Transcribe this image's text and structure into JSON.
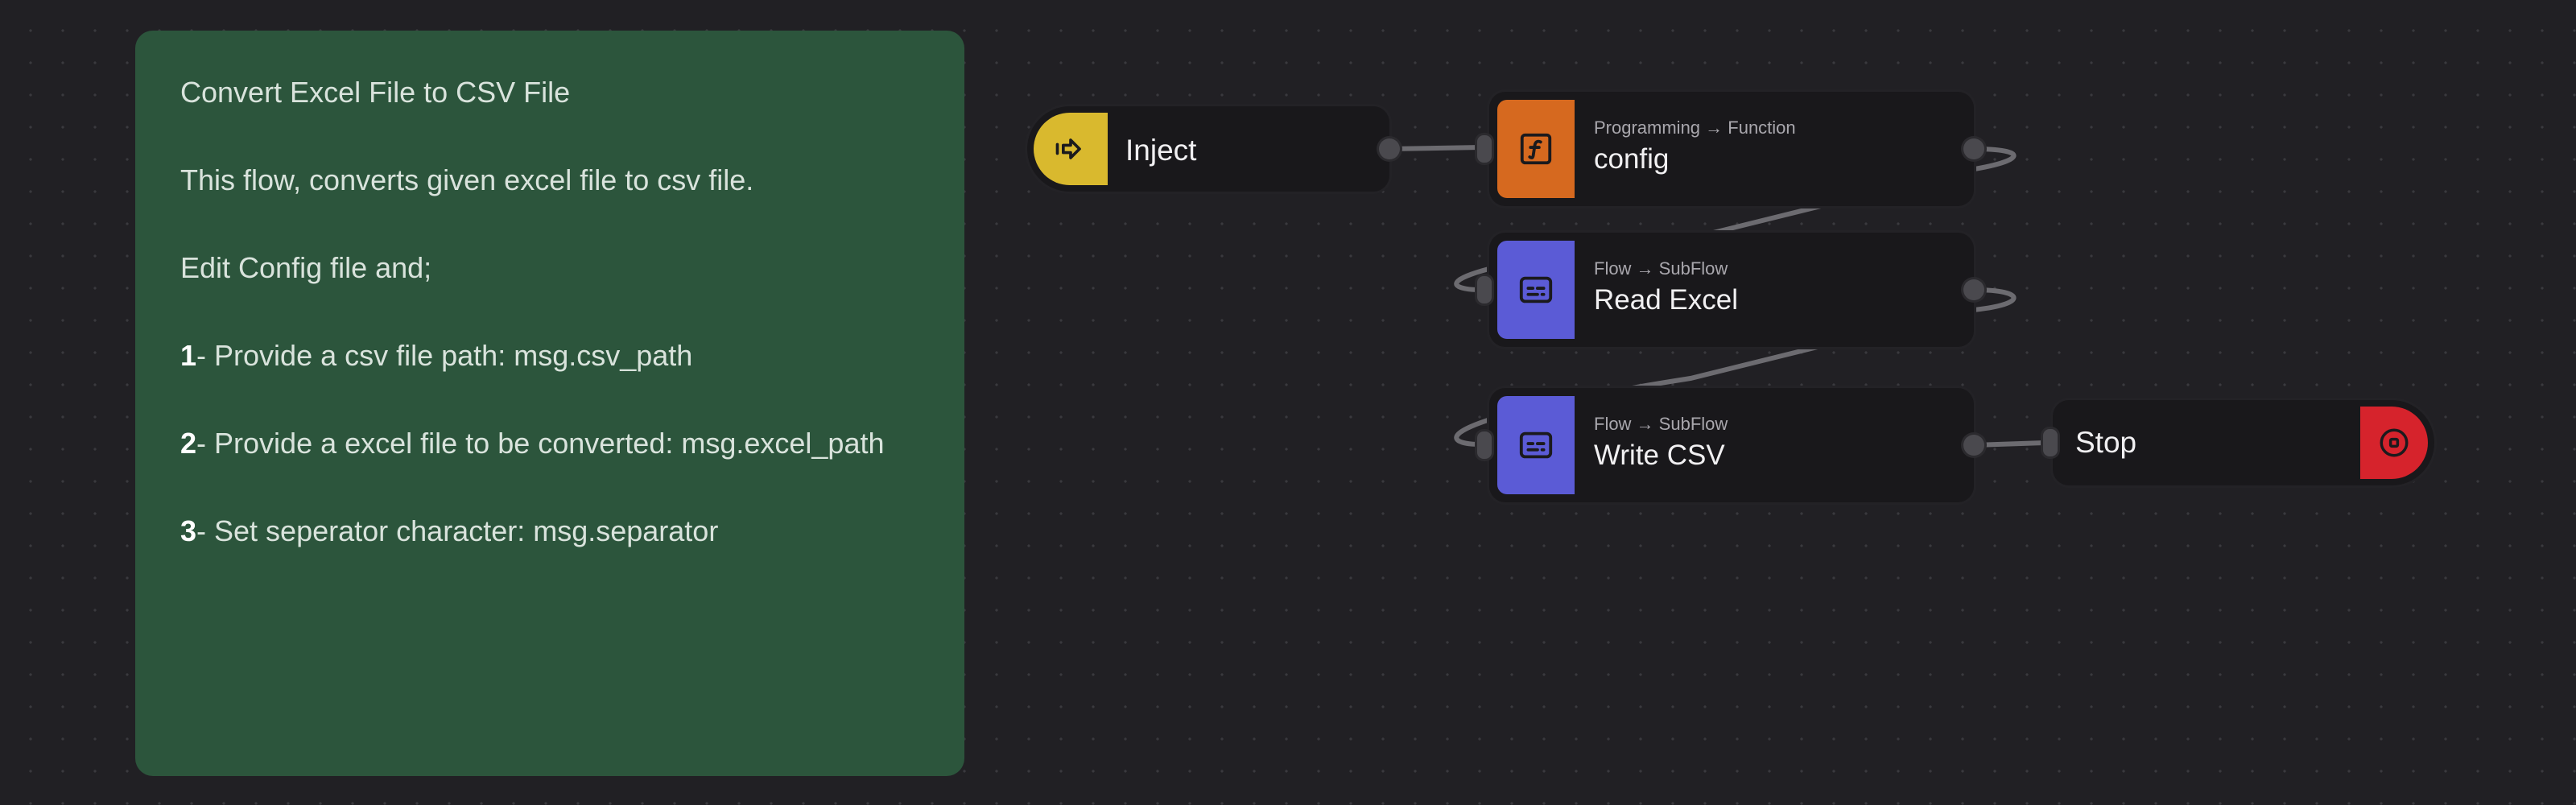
{
  "comment": {
    "title": "Convert Excel File to CSV File",
    "description": "This flow, converts given excel file to csv file.",
    "instruction": "Edit Config file and;",
    "steps": [
      {
        "number": "1",
        "text": "- Provide a csv file path: msg.csv_path"
      },
      {
        "number": "2",
        "text": "- Provide a excel file to be converted: msg.excel_path"
      },
      {
        "number": "3",
        "text": "- Set seperator character: msg.separator"
      }
    ]
  },
  "nodes": {
    "inject": {
      "label": "Inject",
      "icon": "inject-arrow-icon",
      "color": "#d9b92e"
    },
    "config": {
      "category": "Programming → Function",
      "label": "config",
      "icon": "function-icon",
      "color": "#d6691f"
    },
    "read_excel": {
      "category": "Flow → SubFlow",
      "label": "Read Excel",
      "icon": "subflow-icon",
      "color": "#5b5bd6"
    },
    "write_csv": {
      "category": "Flow → SubFlow",
      "label": "Write CSV",
      "icon": "subflow-icon",
      "color": "#5b5bd6"
    },
    "stop": {
      "label": "Stop",
      "icon": "stop-circle-icon",
      "color": "#d6232c"
    }
  }
}
